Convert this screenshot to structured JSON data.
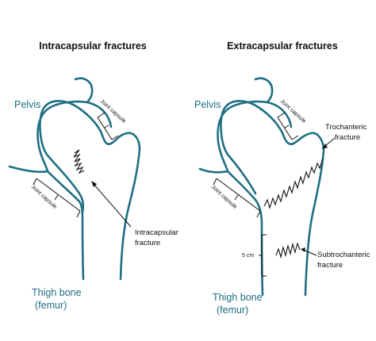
{
  "left_panel": {
    "title": "Intracapsular fractures",
    "pelvis_label": "Pelvis",
    "joint_capsule_upper": "Joint capsule",
    "joint_capsule_lower": "Joint capsule",
    "fracture_label_line1": "Intracapsular",
    "fracture_label_line2": "fracture",
    "thigh_label_line1": "Thigh bone",
    "thigh_label_line2": "(femur)"
  },
  "right_panel": {
    "title": "Extracapsular fractures",
    "pelvis_label": "Pelvis",
    "joint_capsule_upper": "Joint capsule",
    "joint_capsule_lower": "Joint capsule",
    "trochanteric_line1": "Trochanteric",
    "trochanteric_line2": "fracture",
    "measure_label": "5 cm",
    "subtrochanteric_line1": "Subtrochanteric",
    "subtrochanteric_line2": "fracture",
    "thigh_label_line1": "Thigh bone",
    "thigh_label_line2": "(femur)"
  },
  "colors": {
    "bone_outline": "#1f6f84",
    "text": "#111111"
  }
}
